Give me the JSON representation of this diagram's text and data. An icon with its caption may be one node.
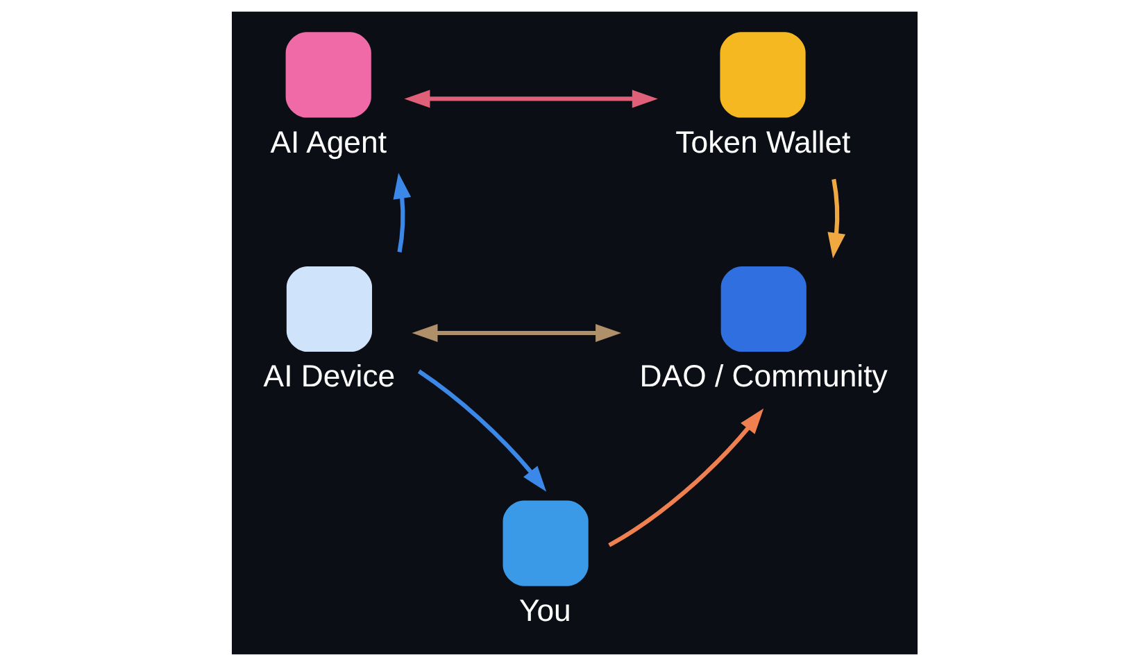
{
  "diagram": {
    "nodes": [
      {
        "text": [
          "AI Agent"
        ]
      },
      {
        "text": [
          "Token Wallet"
        ]
      },
      {
        "text": [
          "AI Device"
        ]
      },
      {
        "text": [
          "DAO / Community"
        ]
      },
      {
        "text": [
          "You"
        ]
      }
    ],
    "edges": [
      {
        "from": 0,
        "to": 1,
        "arrow": "both",
        "color": "#e0607a"
      },
      {
        "from": 1,
        "to": 3,
        "arrow": "to",
        "color": "#f0a840"
      },
      {
        "from": 2,
        "to": 0,
        "arrow": "to",
        "color": "#3c88e8"
      },
      {
        "from": 2,
        "to": 3,
        "arrow": "both",
        "color": "#b0906a"
      },
      {
        "from": 2,
        "to": 4,
        "arrow": "to",
        "color": "#3c88e8"
      },
      {
        "from": 4,
        "to": 3,
        "arrow": "to",
        "color": "#f08050"
      }
    ]
  }
}
